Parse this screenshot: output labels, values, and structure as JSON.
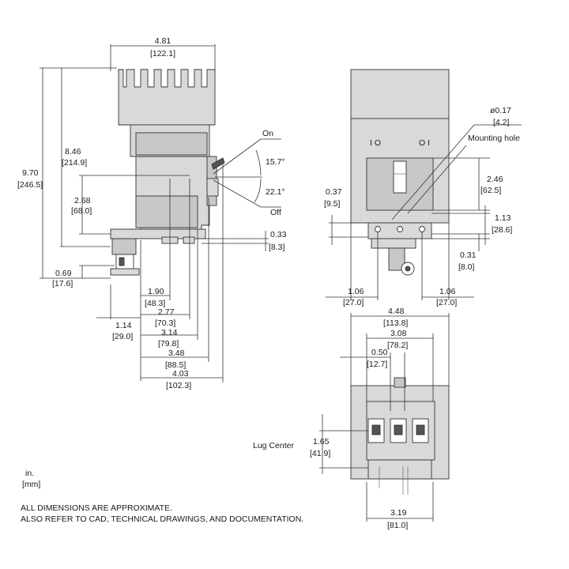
{
  "side_view": {
    "width_top": {
      "in": "4.81",
      "mm": "[122.1]"
    },
    "height_846": {
      "in": "8.46",
      "mm": "[214.9]"
    },
    "height_970": {
      "in": "9.70",
      "mm": "[246.5]"
    },
    "height_268": {
      "in": "2.68",
      "mm": "[68.0]"
    },
    "height_069": {
      "in": "0.69",
      "mm": "[17.6]"
    },
    "dim_033": {
      "in": "0.33",
      "mm": "[8.3]"
    },
    "depth_114": {
      "in": "1.14",
      "mm": "[29.0]"
    },
    "depth_190": {
      "in": "1.90",
      "mm": "[48.3]"
    },
    "depth_277": {
      "in": "2.77",
      "mm": "[70.3]"
    },
    "depth_314": {
      "in": "3.14",
      "mm": "[79.8]"
    },
    "depth_348": {
      "in": "3.48",
      "mm": "[88.5]"
    },
    "depth_403": {
      "in": "4.03",
      "mm": "[102.3]"
    },
    "on_label": "On",
    "off_label": "Off",
    "angle_on": "15.7°",
    "angle_off": "22.1°"
  },
  "front_view": {
    "hole_dia": {
      "in": "ø0.17",
      "mm": "[4.2]"
    },
    "mounting_hole_label": "Mounting hole",
    "dim_246": {
      "in": "2.46",
      "mm": "[62.5]"
    },
    "dim_037": {
      "in": "0.37",
      "mm": "[9.5]"
    },
    "dim_113": {
      "in": "1.13",
      "mm": "[28.6]"
    },
    "dim_031": {
      "in": "0.31",
      "mm": "[8.0]"
    },
    "dim_106_left": {
      "in": "1.06",
      "mm": "[27.0]"
    },
    "dim_106_right": {
      "in": "1.06",
      "mm": "[27.0]"
    },
    "label_io": "I O",
    "label_oi": "O I"
  },
  "bottom_view": {
    "width_448": {
      "in": "4.48",
      "mm": "[113.8]"
    },
    "width_308": {
      "in": "3.08",
      "mm": "[78.2]"
    },
    "dim_050": {
      "in": "0.50",
      "mm": "[12.7]"
    },
    "lug_center_label": "Lug Center",
    "dim_165": {
      "in": "1.65",
      "mm": "[41.9]"
    },
    "width_319": {
      "in": "3.19",
      "mm": "[81.0]"
    }
  },
  "units": {
    "in": "in.",
    "mm": "[mm]"
  },
  "notes": {
    "line1": "ALL DIMENSIONS ARE APPROXIMATE.",
    "line2": "ALSO REFER TO CAD, TECHNICAL DRAWINGS, AND DOCUMENTATION."
  }
}
